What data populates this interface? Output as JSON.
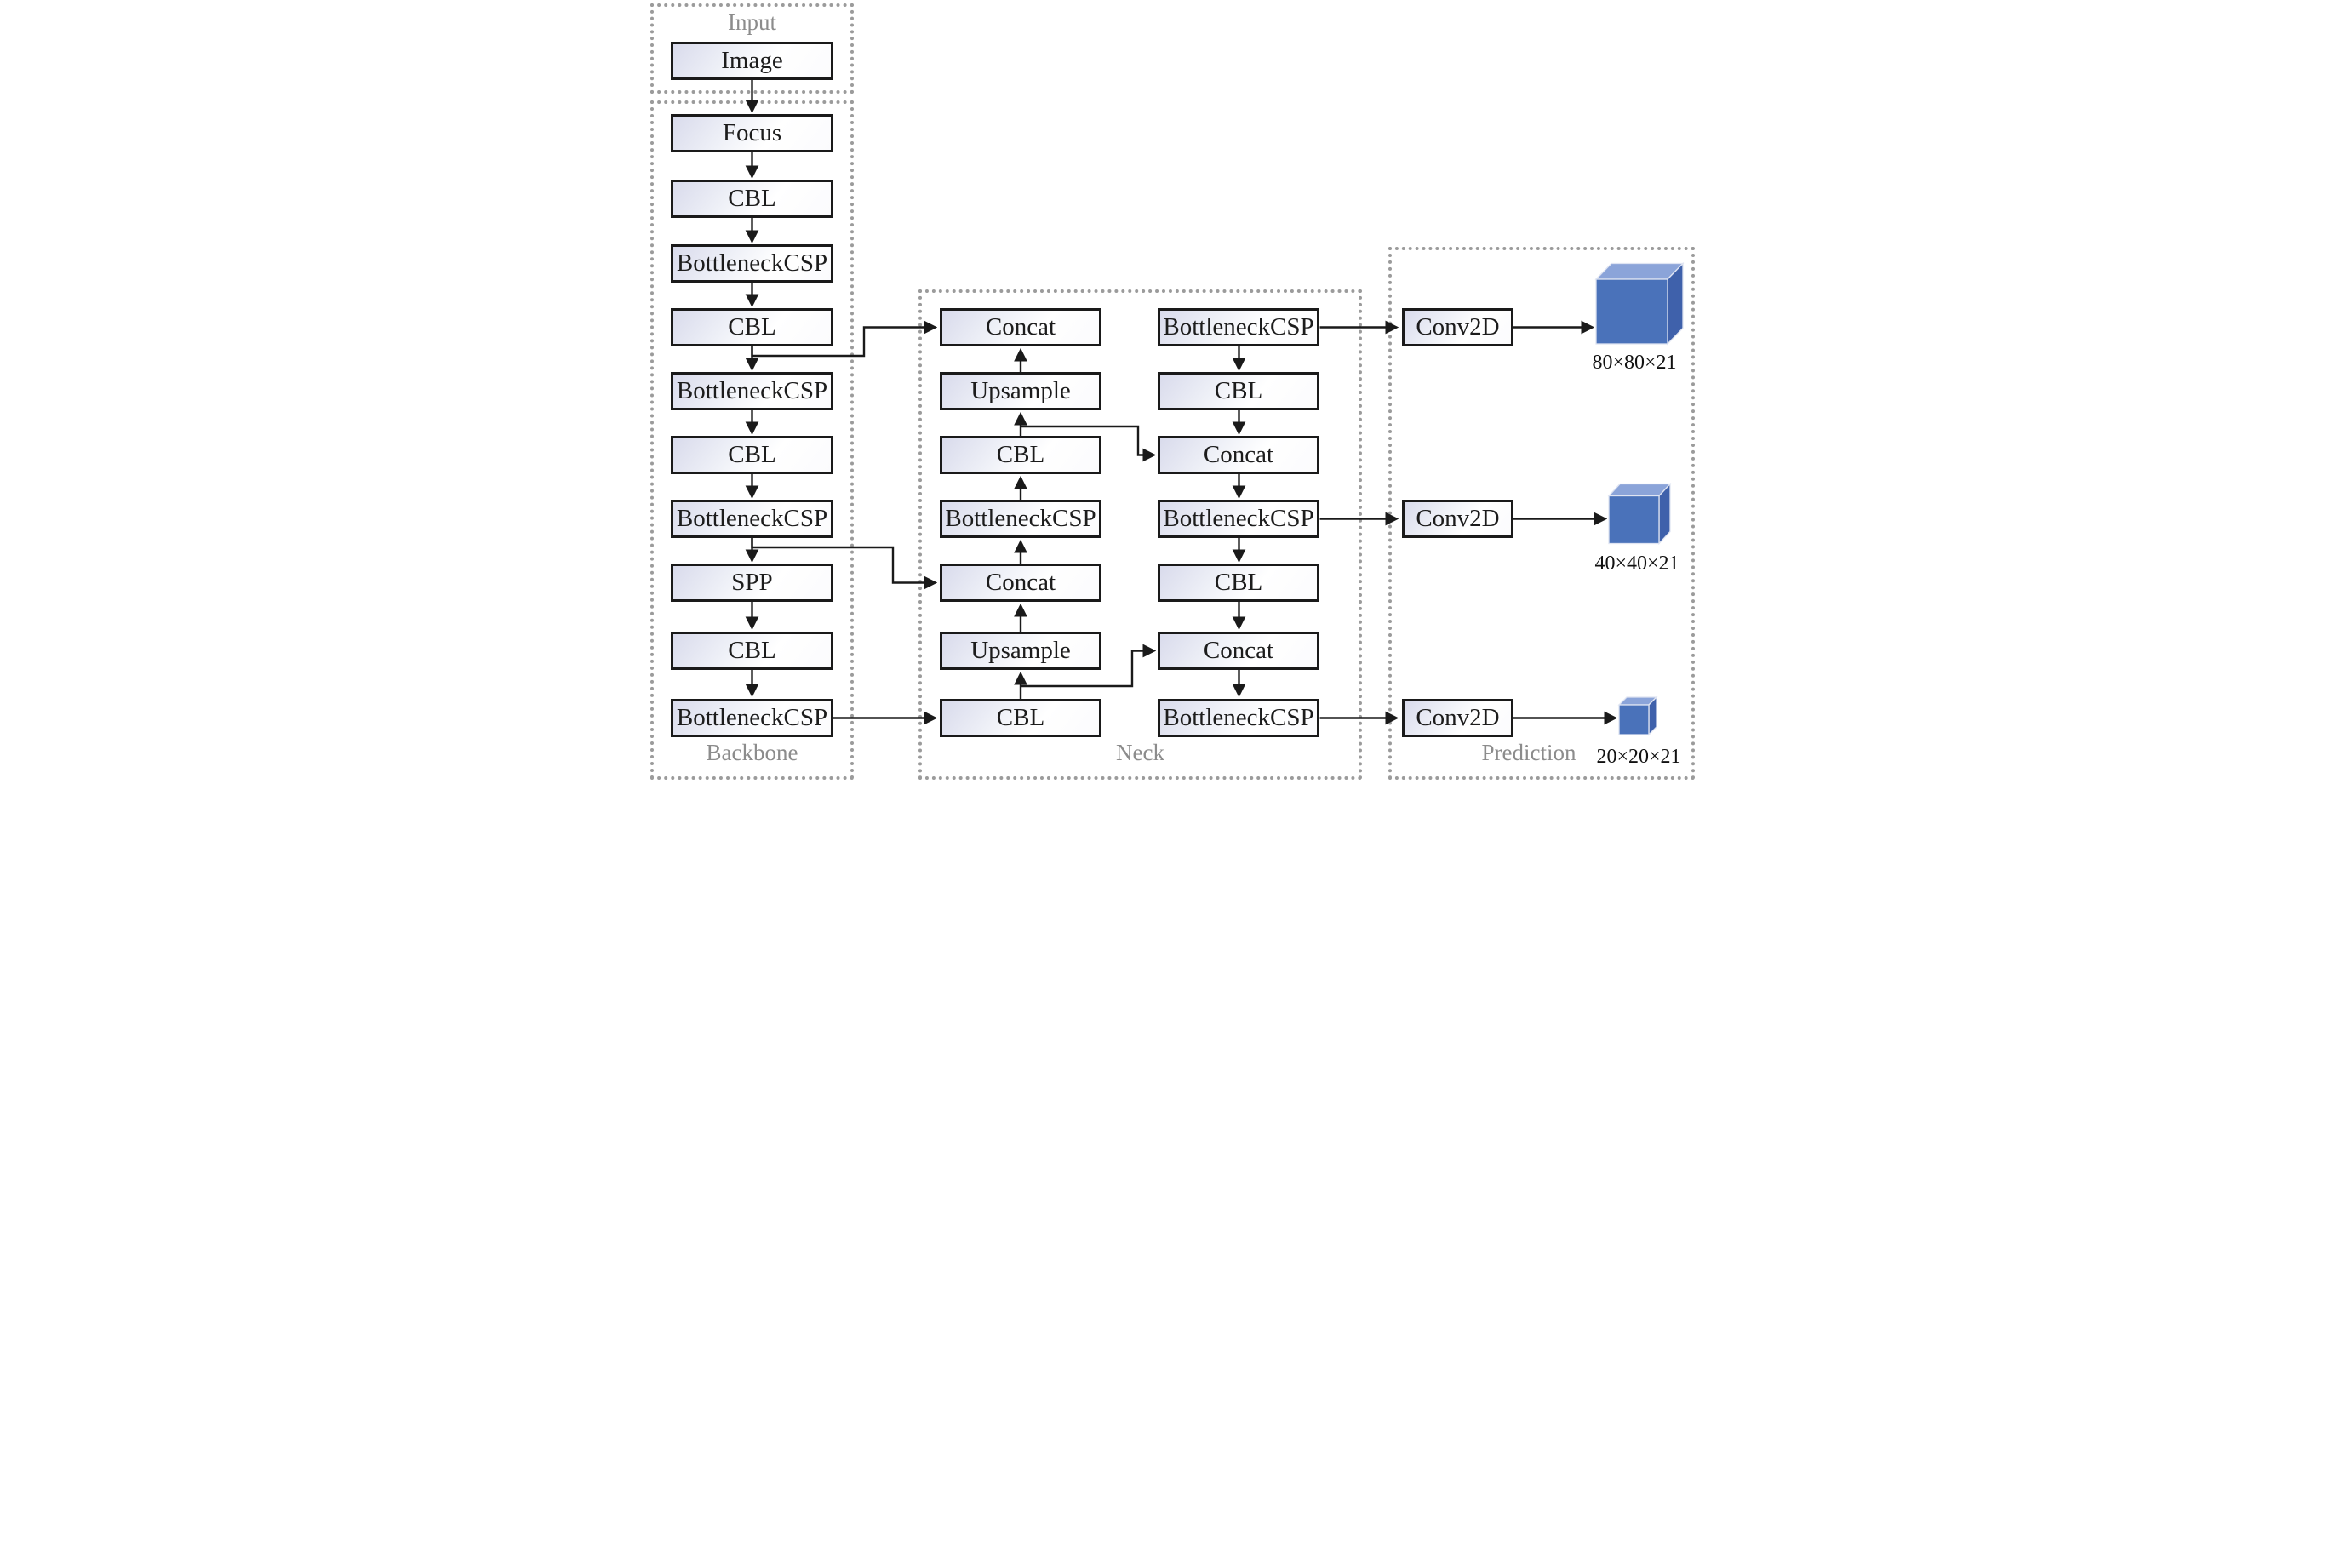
{
  "sections": {
    "input": {
      "label": "Input",
      "block": "Image"
    },
    "backbone": {
      "label": "Backbone",
      "blocks": [
        "Focus",
        "CBL",
        "BottleneckCSP",
        "CBL",
        "BottleneckCSP",
        "CBL",
        "BottleneckCSP",
        "SPP",
        "CBL",
        "BottleneckCSP"
      ]
    },
    "neck": {
      "label": "Neck",
      "left_column": [
        "Concat",
        "Upsample",
        "CBL",
        "BottleneckCSP",
        "Concat",
        "Upsample",
        "CBL"
      ],
      "right_column": [
        "BottleneckCSP",
        "CBL",
        "Concat",
        "BottleneckCSP",
        "CBL",
        "Concat",
        "BottleneckCSP"
      ]
    },
    "prediction": {
      "label": "Prediction",
      "conv_blocks": [
        "Conv2D",
        "Conv2D",
        "Conv2D"
      ],
      "output_labels": [
        "80×80×21",
        "40×40×21",
        "20×20×21"
      ]
    }
  },
  "colors": {
    "cube_front": "#4a72ba",
    "cube_top": "#8ba4d9",
    "cube_side": "#3f61ab",
    "cube_edge": "#dfe4f2",
    "block_tint": "#d9dbec",
    "block_border": "#1a1a1a",
    "arrow": "#1a1a1a",
    "dotted_border": "#9b9b9b",
    "section_label_gray": "#8c8c8c"
  }
}
